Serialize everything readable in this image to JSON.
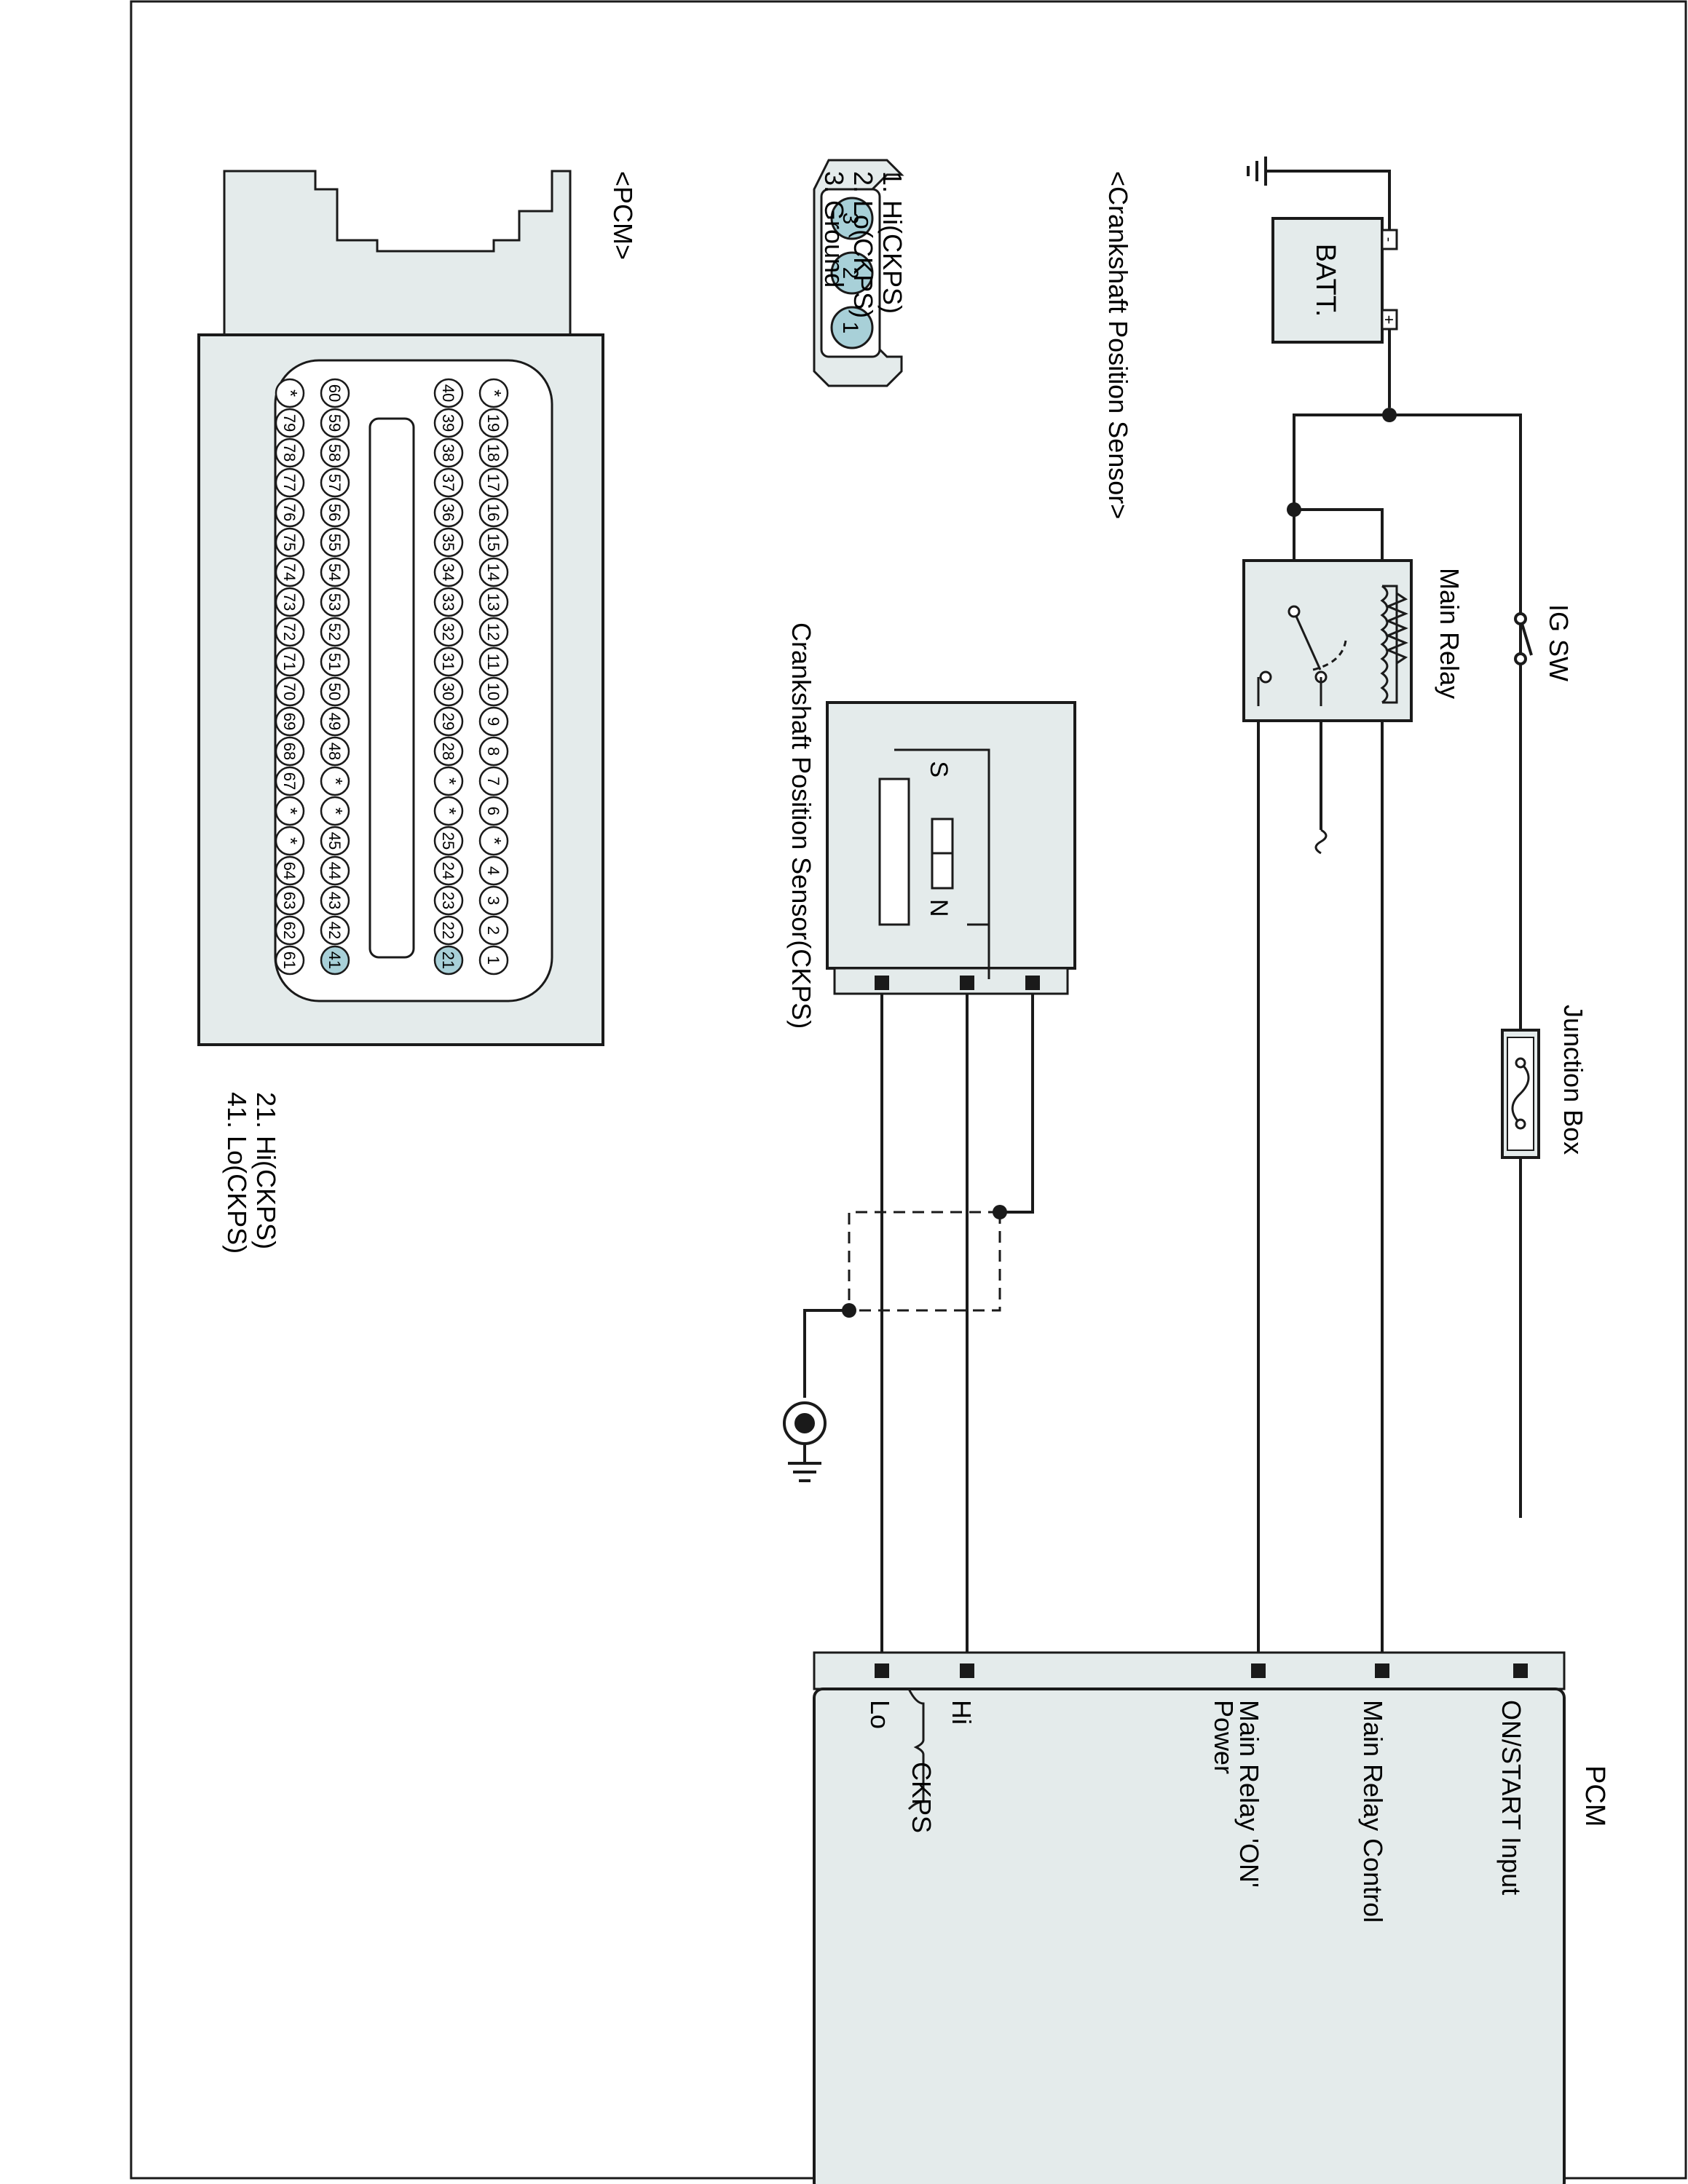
{
  "colors": {
    "line": "#1a1a1a",
    "box_fill": "#e4ebeb",
    "pin_highlight": "#a8d0d8",
    "background": "#ffffff"
  },
  "schematic": {
    "battery": {
      "label": "BATT.",
      "minus": "-",
      "plus": "+"
    },
    "ig_switch": {
      "label": "IG SW"
    },
    "main_relay": {
      "label": "Main Relay"
    },
    "junction_box": {
      "label": "Junction Box"
    },
    "ckps_sensor": {
      "label": "Crankshaft Position Sensor(CKPS)",
      "pole_s": "S",
      "pole_n": "N"
    },
    "pcm": {
      "title": "PCM",
      "input_on_start": "ON/START Input",
      "input_relay_control": "Main Relay Control",
      "input_relay_power_1": "Main Relay 'ON'",
      "input_relay_power_2": "Power",
      "input_hi": "Hi",
      "input_lo": "Lo",
      "ckps_group": "CKPS"
    }
  },
  "ckps_connector": {
    "title": "<Crankshaft Position Sensor>",
    "pins": [
      "1",
      "2",
      "3"
    ],
    "legend": [
      "1. Hi(CKPS)",
      "2. Lo(CKPS)",
      "3. Ground"
    ]
  },
  "pcm_connector": {
    "title": "<PCM>",
    "row1": [
      "*",
      "19",
      "18",
      "17",
      "16",
      "15",
      "14",
      "13",
      "12",
      "11",
      "10",
      "9",
      "8",
      "7",
      "6",
      "*",
      "4",
      "3",
      "2",
      "1"
    ],
    "row2": [
      "40",
      "39",
      "38",
      "37",
      "36",
      "35",
      "34",
      "33",
      "32",
      "31",
      "30",
      "29",
      "28",
      "*",
      "*",
      "25",
      "24",
      "23",
      "22",
      "21"
    ],
    "row3": [
      "60",
      "59",
      "58",
      "57",
      "56",
      "55",
      "54",
      "53",
      "52",
      "51",
      "50",
      "49",
      "48",
      "*",
      "*",
      "45",
      "44",
      "43",
      "42",
      "41"
    ],
    "row4": [
      "*",
      "79",
      "78",
      "77",
      "76",
      "75",
      "74",
      "73",
      "72",
      "71",
      "70",
      "69",
      "68",
      "67",
      "*",
      "*",
      "64",
      "63",
      "62",
      "61"
    ],
    "highlighted": [
      "21",
      "41"
    ],
    "legend": [
      "21. Hi(CKPS)",
      "41. Lo(CKPS)"
    ]
  }
}
